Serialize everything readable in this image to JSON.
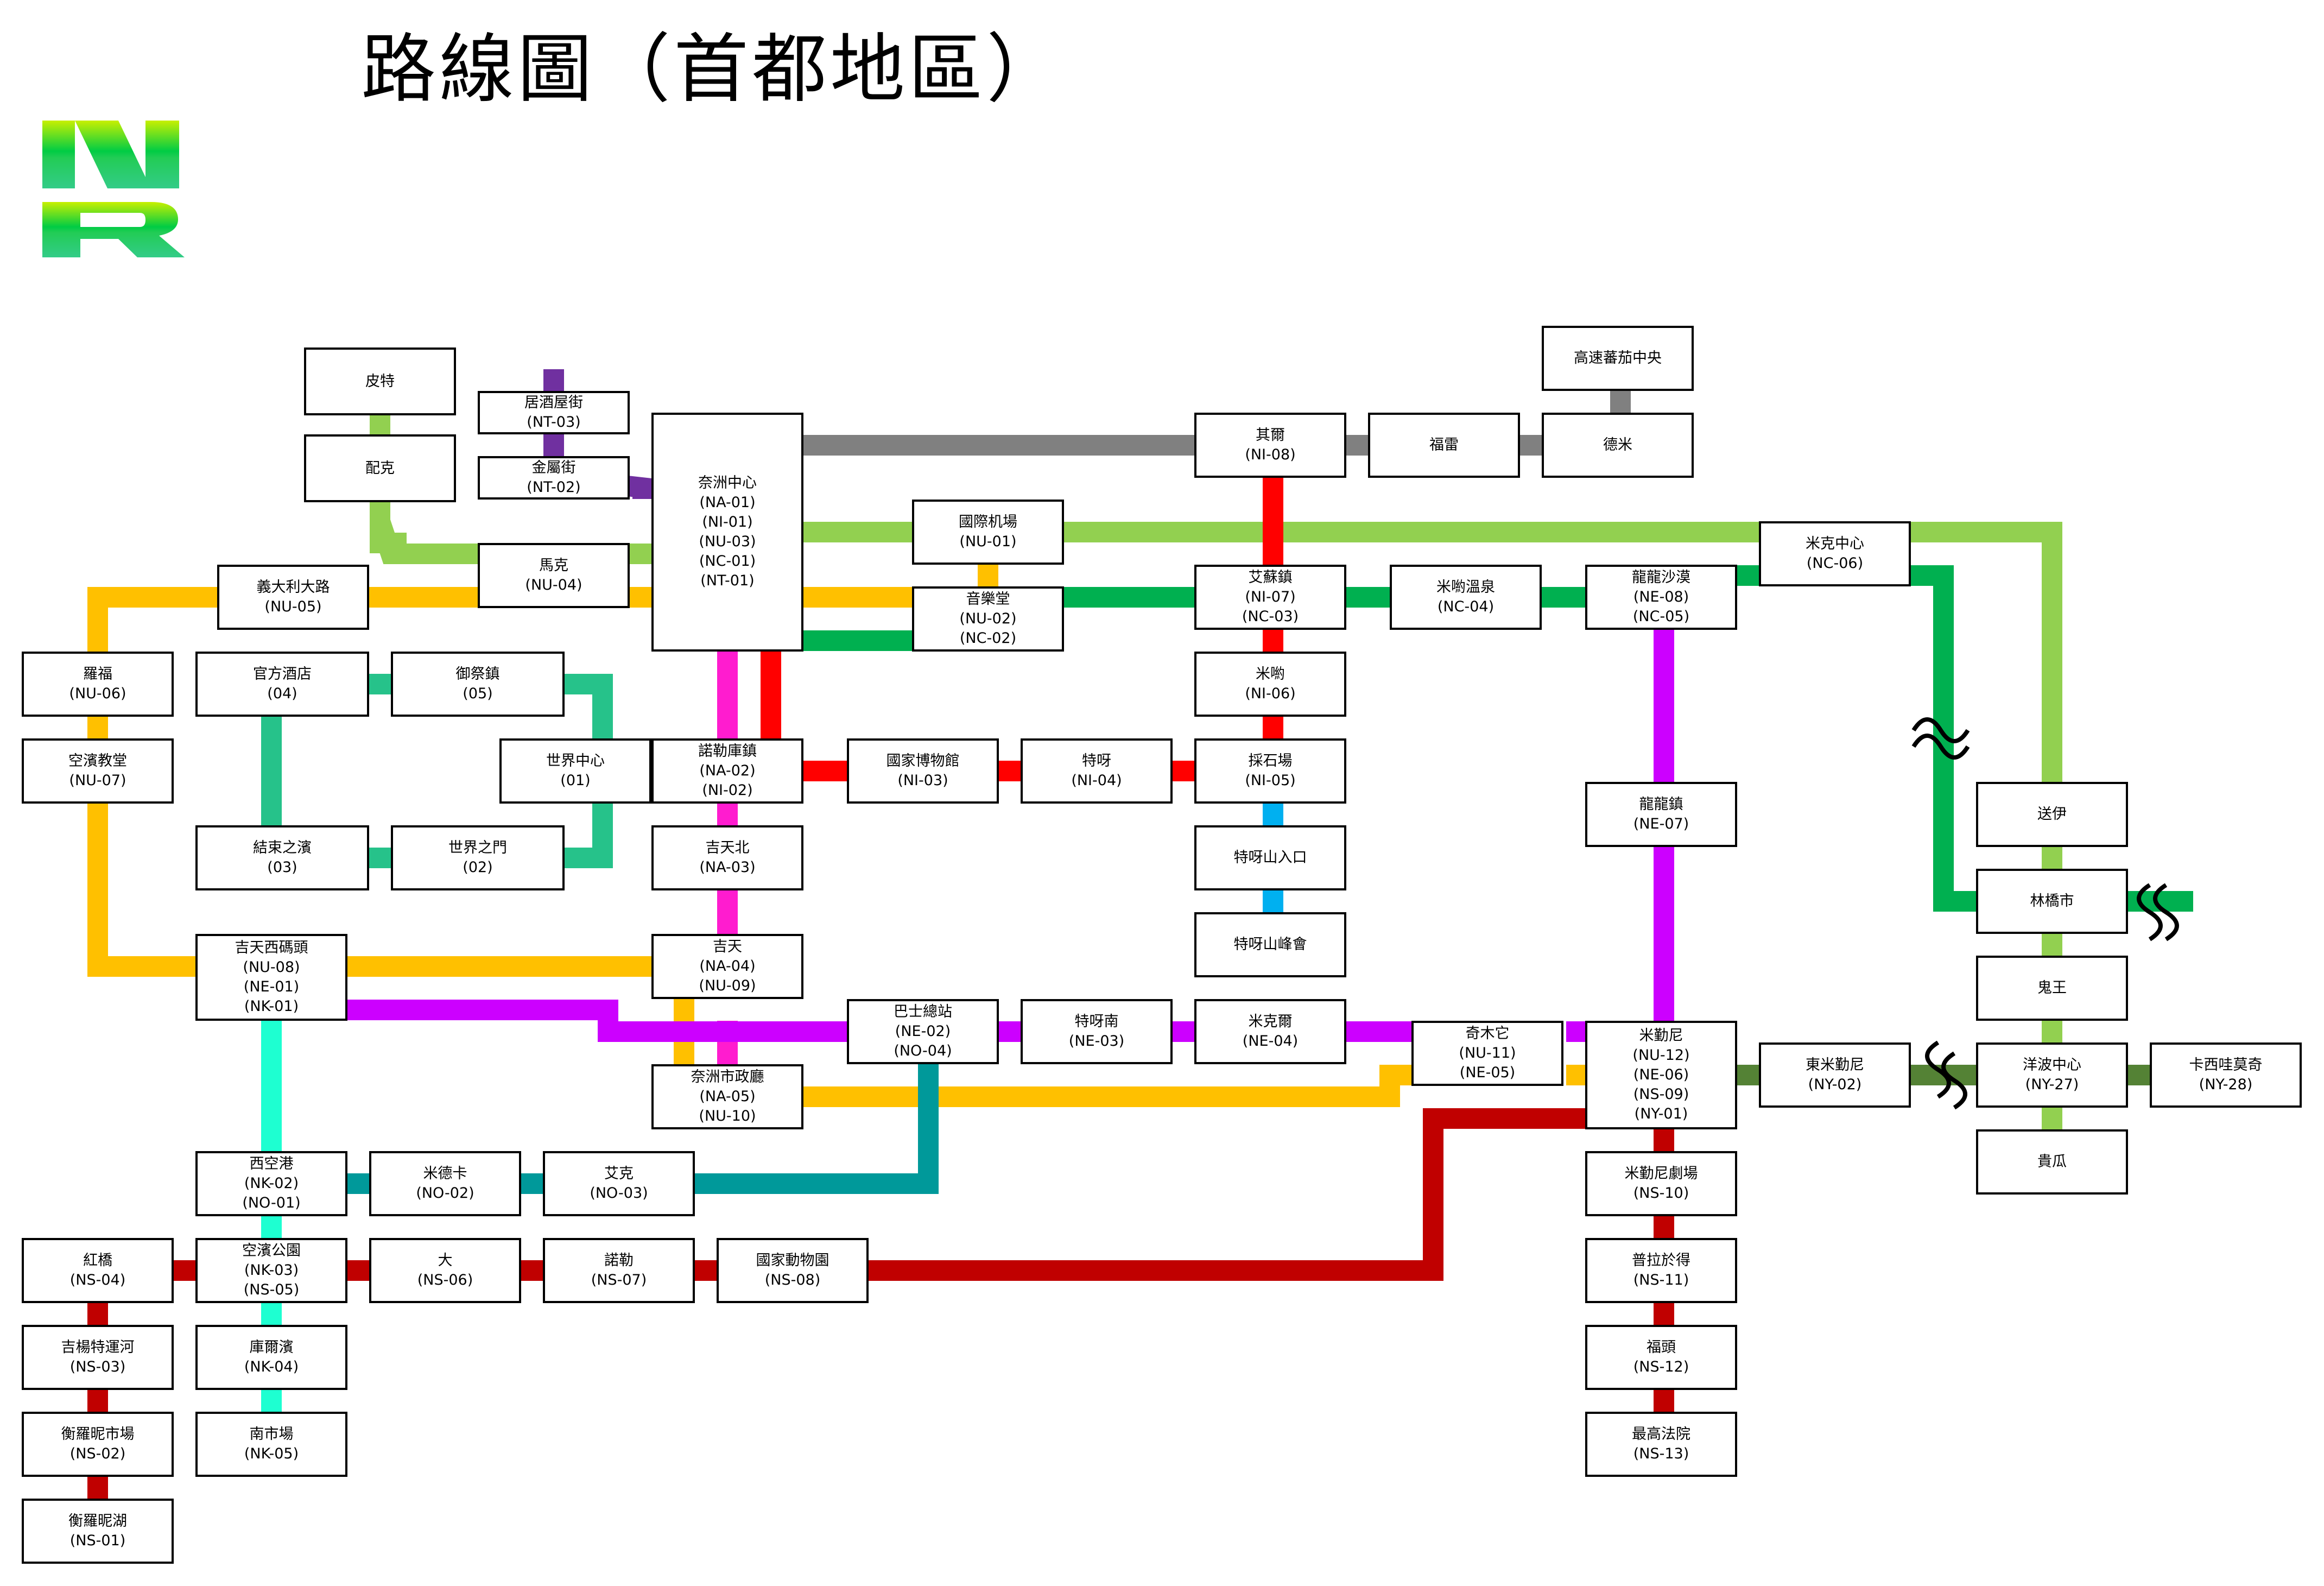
{
  "title": "路線圖（首都地區）",
  "logo": {
    "letters": "NR"
  },
  "colors": {
    "NA": "#ff1ccf",
    "NI": "#ff0000",
    "NU": "#92d050",
    "NU_orange": "#ffc000",
    "NC": "#00b050",
    "NT": "#7030a0",
    "NE": "#cc00ff",
    "NK": "#1effd1",
    "NO": "#00999a",
    "NS": "#c00000",
    "NY": "#548235",
    "gray": "#808080",
    "teal_loop": "#26c28a",
    "cyan": "#00b0f0"
  },
  "stations": [
    {
      "id": "pite",
      "lines": [
        "皮特"
      ]
    },
    {
      "id": "peike",
      "lines": [
        "配克"
      ]
    },
    {
      "id": "juqiu",
      "lines": [
        "居酒屋街",
        "(NT-03)"
      ]
    },
    {
      "id": "jinshu",
      "lines": [
        "金屬街",
        "(NT-02)"
      ]
    },
    {
      "id": "naizhou",
      "lines": [
        "奈洲中心",
        "(NA-01)",
        "(NI-01)",
        "(NU-03)",
        "(NC-01)",
        "(NT-01)"
      ]
    },
    {
      "id": "make",
      "lines": [
        "馬克",
        "(NU-04)"
      ]
    },
    {
      "id": "yidali",
      "lines": [
        "義大利大路",
        "(NU-05)"
      ]
    },
    {
      "id": "luofu",
      "lines": [
        "羅福",
        "(NU-06)"
      ]
    },
    {
      "id": "guanfang",
      "lines": [
        "官方酒店",
        "(04)"
      ]
    },
    {
      "id": "yuji",
      "lines": [
        "御祭鎮",
        "(05)"
      ]
    },
    {
      "id": "kongbin",
      "lines": [
        "空濱教堂",
        "(NU-07)"
      ]
    },
    {
      "id": "shijie",
      "lines": [
        "世界中心",
        "(01)"
      ]
    },
    {
      "id": "jieshu",
      "lines": [
        "結束之濱",
        "(03)"
      ]
    },
    {
      "id": "shijiemen",
      "lines": [
        "世界之門",
        "(02)"
      ]
    },
    {
      "id": "nuoleku",
      "lines": [
        "諾勒庫鎮",
        "(NA-02)",
        "(NI-02)"
      ]
    },
    {
      "id": "guoji",
      "lines": [
        "國際机場",
        "(NU-01)"
      ]
    },
    {
      "id": "yinyue",
      "lines": [
        "音樂堂",
        "(NU-02)",
        "(NC-02)"
      ]
    },
    {
      "id": "guobo",
      "lines": [
        "國家博物館",
        "(NI-03)"
      ]
    },
    {
      "id": "teya",
      "lines": [
        "特呀",
        "(NI-04)"
      ]
    },
    {
      "id": "qier",
      "lines": [
        "其爾",
        "(NI-08)"
      ]
    },
    {
      "id": "fulei",
      "lines": [
        "福雷"
      ]
    },
    {
      "id": "demi",
      "lines": [
        "德米"
      ]
    },
    {
      "id": "gaosu",
      "lines": [
        "高速蕃茄中央"
      ]
    },
    {
      "id": "aisu",
      "lines": [
        "艾蘇鎮",
        "(NI-07)",
        "(NC-03)"
      ]
    },
    {
      "id": "miyou_wq",
      "lines": [
        "米喲溫泉",
        "(NC-04)"
      ]
    },
    {
      "id": "longlong_sm",
      "lines": [
        "龍龍沙漠",
        "(NE-08)",
        "(NC-05)"
      ]
    },
    {
      "id": "mike_zx",
      "lines": [
        "米克中心",
        "(NC-06)"
      ]
    },
    {
      "id": "miyou",
      "lines": [
        "米喲",
        "(NI-06)"
      ]
    },
    {
      "id": "caishi",
      "lines": [
        "採石場",
        "(NI-05)"
      ]
    },
    {
      "id": "teya_rk",
      "lines": [
        "特呀山入口"
      ]
    },
    {
      "id": "teya_fh",
      "lines": [
        "特呀山峰會"
      ]
    },
    {
      "id": "jitianbei",
      "lines": [
        "吉天北",
        "(NA-03)"
      ]
    },
    {
      "id": "longlong",
      "lines": [
        "龍龍鎮",
        "(NE-07)"
      ]
    },
    {
      "id": "songyi",
      "lines": [
        "送伊"
      ]
    },
    {
      "id": "linqiao",
      "lines": [
        "林橋市"
      ]
    },
    {
      "id": "guiwang",
      "lines": [
        "鬼王"
      ]
    },
    {
      "id": "jitianxi",
      "lines": [
        "吉天西碼頭",
        "(NU-08)",
        "(NE-01)",
        "(NK-01)"
      ]
    },
    {
      "id": "jitian",
      "lines": [
        "吉天",
        "(NA-04)",
        "(NU-09)"
      ]
    },
    {
      "id": "bashi",
      "lines": [
        "巴士總站",
        "(NE-02)",
        "(NO-04)"
      ]
    },
    {
      "id": "teyanan",
      "lines": [
        "特呀南",
        "(NE-03)"
      ]
    },
    {
      "id": "mikeer",
      "lines": [
        "米克爾",
        "(NE-04)"
      ]
    },
    {
      "id": "qimuta",
      "lines": [
        "奇木它",
        "(NU-11)",
        "(NE-05)"
      ]
    },
    {
      "id": "miqinni",
      "lines": [
        "米勤尼",
        "(NU-12)",
        "(NE-06)",
        "(NS-09)",
        "(NY-01)"
      ]
    },
    {
      "id": "dongmi",
      "lines": [
        "東米勤尼",
        "(NY-02)"
      ]
    },
    {
      "id": "yangbo",
      "lines": [
        "洋波中心",
        "(NY-27)"
      ]
    },
    {
      "id": "kaxiwa",
      "lines": [
        "卡西哇莫奇",
        "(NY-28)"
      ]
    },
    {
      "id": "naizhouzf",
      "lines": [
        "奈洲市政廳",
        "(NA-05)",
        "(NU-10)"
      ]
    },
    {
      "id": "guigua",
      "lines": [
        "貴瓜"
      ]
    },
    {
      "id": "xikonggang",
      "lines": [
        "西空港",
        "(NK-02)",
        "(NO-01)"
      ]
    },
    {
      "id": "mideka",
      "lines": [
        "米德卡",
        "(NO-02)"
      ]
    },
    {
      "id": "aike",
      "lines": [
        "艾克",
        "(NO-03)"
      ]
    },
    {
      "id": "mqjc",
      "lines": [
        "米勤尼劇場",
        "(NS-10)"
      ]
    },
    {
      "id": "hongqiao",
      "lines": [
        "紅橋",
        "(NS-04)"
      ]
    },
    {
      "id": "kongbingy",
      "lines": [
        "空濱公園",
        "(NK-03)",
        "(NS-05)"
      ]
    },
    {
      "id": "da",
      "lines": [
        "大",
        "(NS-06)"
      ]
    },
    {
      "id": "nuole",
      "lines": [
        "諾勒",
        "(NS-07)"
      ]
    },
    {
      "id": "guodongwu",
      "lines": [
        "國家動物園",
        "(NS-08)"
      ]
    },
    {
      "id": "pulayude",
      "lines": [
        "普拉於得",
        "(NS-11)"
      ]
    },
    {
      "id": "jiyang",
      "lines": [
        "吉楊特運河",
        "(NS-03)"
      ]
    },
    {
      "id": "kuerbin",
      "lines": [
        "庫爾濱",
        "(NK-04)"
      ]
    },
    {
      "id": "futou",
      "lines": [
        "福頭",
        "(NS-12)"
      ]
    },
    {
      "id": "hengluoni_sc",
      "lines": [
        "衡羅昵市場",
        "(NS-02)"
      ]
    },
    {
      "id": "nanshichang",
      "lines": [
        "南市場",
        "(NK-05)"
      ]
    },
    {
      "id": "zuigao",
      "lines": [
        "最高法院",
        "(NS-13)"
      ]
    },
    {
      "id": "hengluoni_h",
      "lines": [
        "衡羅昵湖",
        "(NS-01)"
      ]
    }
  ]
}
